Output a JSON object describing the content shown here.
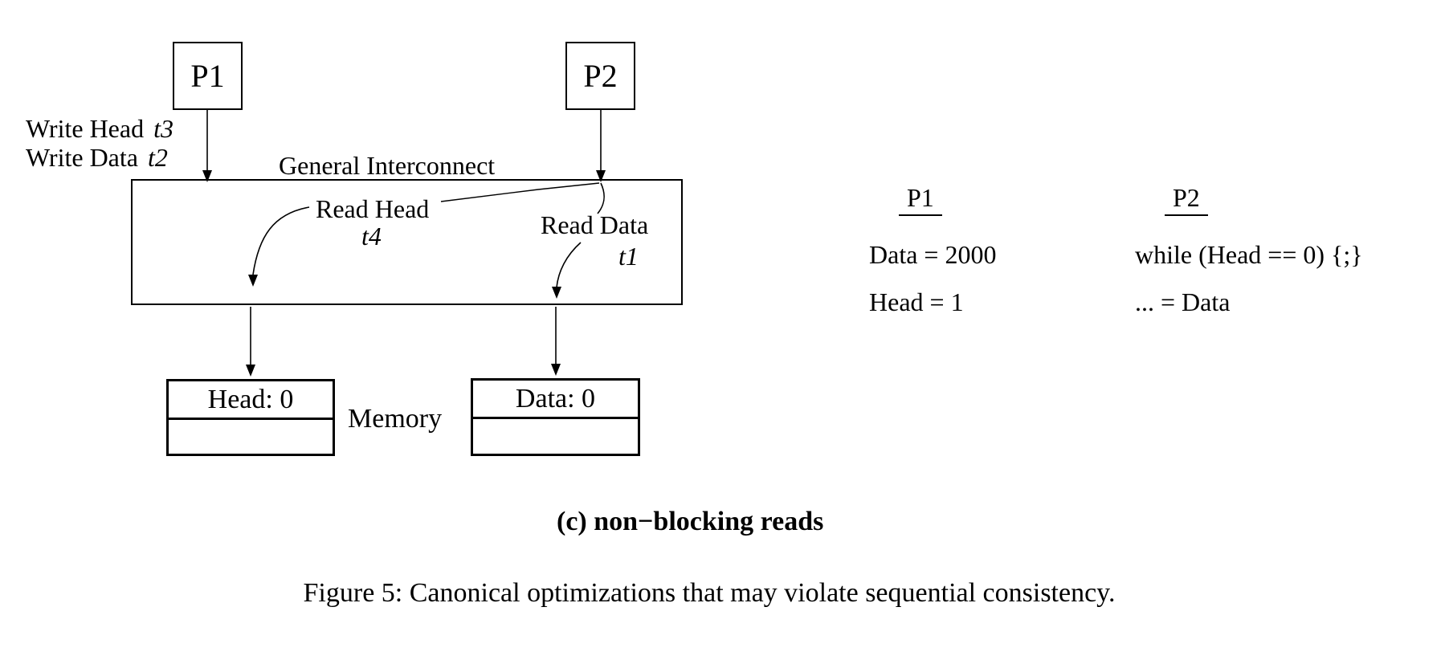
{
  "figure": {
    "processors": {
      "p1": "P1",
      "p2": "P2"
    },
    "annotations": {
      "interconnect": "General Interconnect",
      "write_head": {
        "label": "Write Head",
        "time": "t3"
      },
      "write_data": {
        "label": "Write Data",
        "time": "t2"
      },
      "read_head": {
        "label": "Read Head",
        "time": "t4"
      },
      "read_data": {
        "label": "Read Data",
        "time": "t1"
      }
    },
    "memory": {
      "label": "Memory",
      "head_cell": "Head: 0",
      "data_cell": "Data: 0"
    },
    "code": {
      "p1": {
        "header": "P1",
        "lines": [
          "Data = 2000",
          "Head = 1"
        ]
      },
      "p2": {
        "header": "P2",
        "lines": [
          "while (Head == 0) {;}",
          "... = Data"
        ]
      }
    },
    "captions": {
      "subfigure": "(c) non−blocking reads",
      "figure_caption": "Figure 5: Canonical optimizations that may violate sequential consistency."
    },
    "colors": {
      "ink": "#000000",
      "background": "#ffffff"
    }
  }
}
